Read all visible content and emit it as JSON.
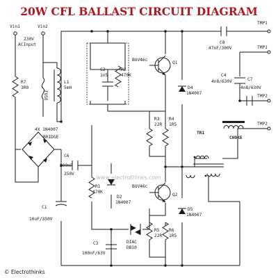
{
  "title": "20W CFL BALLAST CIRCUIT DIAGRAM",
  "watermark": "www.electrothinks.com",
  "copyright": "© Electrothinks",
  "inputs": {
    "vin1": "Vin1",
    "vin2": "Vin2",
    "ac_line1": "230V",
    "ac_line2": "ACInput"
  },
  "outputs": {
    "tmp1_a": "TMP1",
    "tmp1_b": "TMP1",
    "tmp2_a": "TMP2",
    "tmp2_b": "TMP2"
  },
  "components": {
    "r7": {
      "name": "R7",
      "value": "3R0"
    },
    "fuse": {
      "name": "FUSE"
    },
    "l1": {
      "name": "L1",
      "value": "5mH"
    },
    "bridge": {
      "name": "4X 1N4007",
      "label": "BRIDGE"
    },
    "c6": {
      "name": "C6",
      "value": "200nF",
      "voltage": "250V"
    },
    "c1": {
      "name": "C1",
      "value": "10uF/350V"
    },
    "c2": {
      "name": "C2",
      "value": "1n5"
    },
    "r2": {
      "name": "R2",
      "value": "470K"
    },
    "r1": {
      "name": "R1",
      "value": "470K"
    },
    "d2": {
      "name": "D2",
      "value": "1N4007"
    },
    "c3": {
      "name": "C3",
      "value": "100nF/63V"
    },
    "diac": {
      "name": "DIAC",
      "value": "DB10"
    },
    "q1": {
      "name": "Q1",
      "part": "BUV46c"
    },
    "q2": {
      "name": "Q2",
      "part": "BUV46c"
    },
    "r3": {
      "name": "R3",
      "value": "22R"
    },
    "r4": {
      "name": "R4",
      "value": "1R5"
    },
    "r5": {
      "name": "R5",
      "value": "22R"
    },
    "r6": {
      "name": "R6",
      "value": "1R5"
    },
    "d4": {
      "name": "D4",
      "value": "1N4007"
    },
    "d5": {
      "name": "D5",
      "value": "1N4007"
    },
    "c8": {
      "name": "C8",
      "value": "47nF/300V"
    },
    "c4": {
      "name": "C4",
      "value": "4n8/630V"
    },
    "c7": {
      "name": "C7",
      "value": "4n8/630V"
    },
    "tr1": {
      "name": "TR1"
    },
    "choke": {
      "name": "CHOKE"
    }
  }
}
